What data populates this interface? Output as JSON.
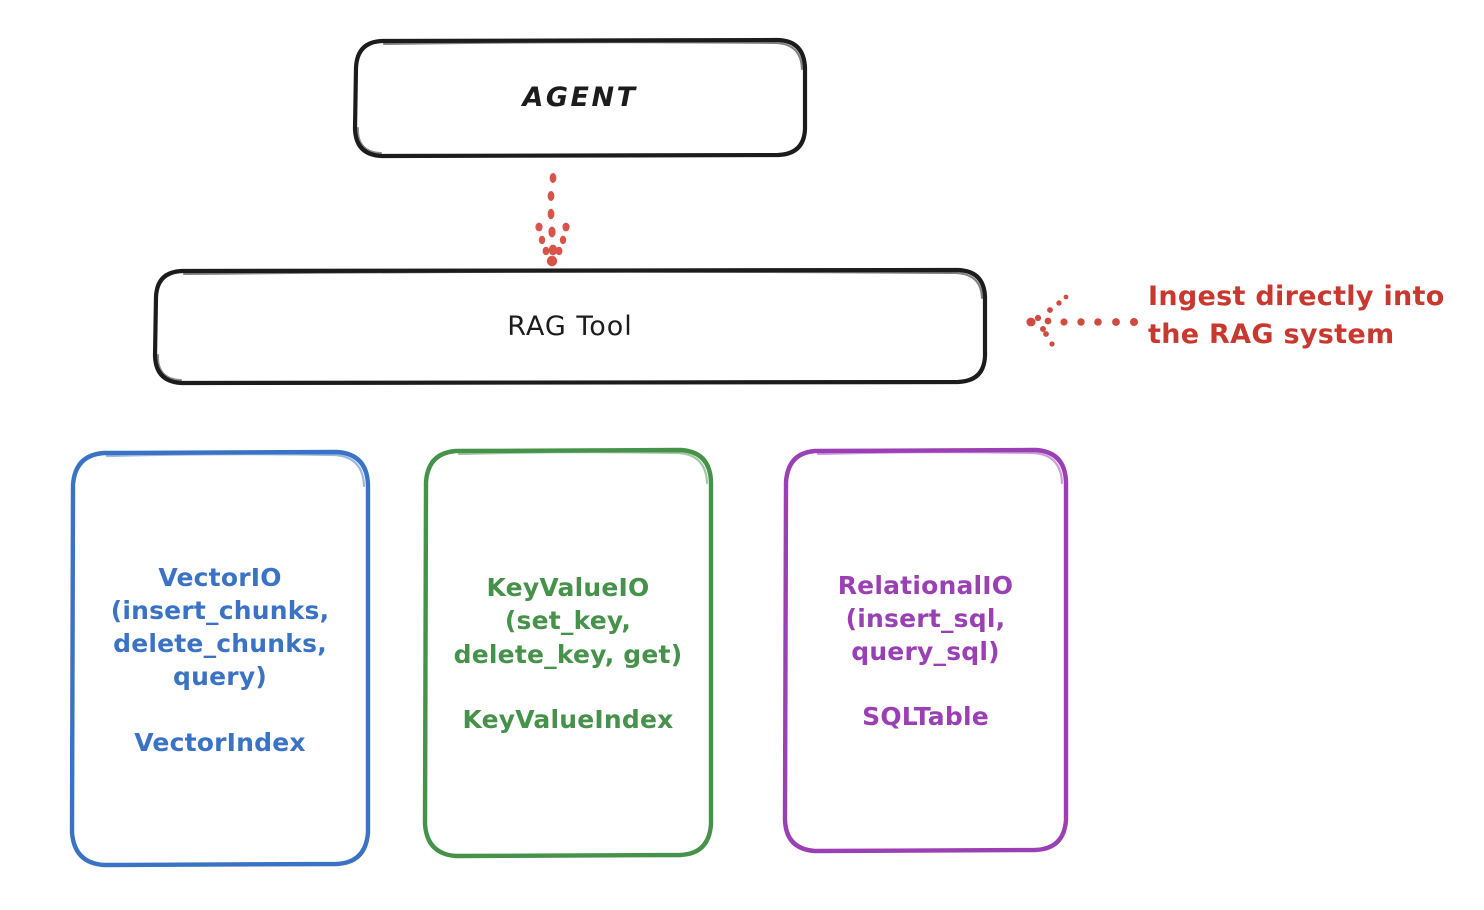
{
  "diagram": {
    "title": "RAG Tool storage abstraction diagram",
    "background_color": "#ffffff"
  },
  "nodes": {
    "agent": {
      "label": "AGENT",
      "border_color": "#1c1c1c",
      "text_color": "#1c1c1c"
    },
    "rag_tool": {
      "label": "RAG Tool",
      "border_color": "#1c1c1c",
      "text_color": "#1c1c1c"
    },
    "vector_io": {
      "label": "VectorIO\n(insert_chunks,\ndelete_chunks,\nquery)",
      "sublabel": "VectorIndex",
      "color": "#3b73c4"
    },
    "key_value_io": {
      "label": "KeyValueIO\n(set_key,\ndelete_key, get)",
      "sublabel": "KeyValueIndex",
      "color": "#46924a"
    },
    "relational_io": {
      "label": "RelationalIO\n(insert_sql,\nquery_sql)",
      "sublabel": "SQLTable",
      "color": "#9b3fb5"
    }
  },
  "annotations": {
    "ingest": {
      "text": "Ingest directly into\nthe RAG system",
      "color": "#c8382f"
    }
  },
  "connectors": {
    "agent_to_rag": {
      "style": "dotted-arrow",
      "direction": "down",
      "color": "#d9534a"
    },
    "annotation_to_rag": {
      "style": "dotted-arrow",
      "direction": "left",
      "color": "#cf4a3f"
    }
  }
}
